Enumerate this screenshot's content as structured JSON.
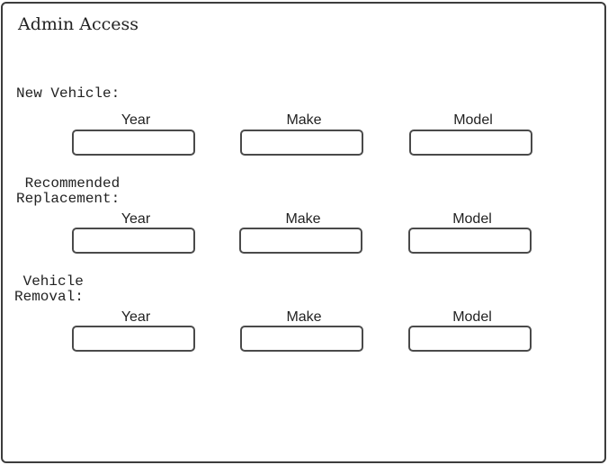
{
  "window": {
    "title": "Admin Access"
  },
  "sections": [
    {
      "label": "New Vehicle:",
      "fields": [
        {
          "label": "Year",
          "value": ""
        },
        {
          "label": "Make",
          "value": ""
        },
        {
          "label": "Model",
          "value": ""
        }
      ]
    },
    {
      "label": " Recommended\nReplacement:",
      "fields": [
        {
          "label": "Year",
          "value": ""
        },
        {
          "label": "Make",
          "value": ""
        },
        {
          "label": "Model",
          "value": ""
        }
      ]
    },
    {
      "label": " Vehicle\nRemoval:",
      "fields": [
        {
          "label": "Year",
          "value": ""
        },
        {
          "label": "Make",
          "value": ""
        },
        {
          "label": "Model",
          "value": ""
        }
      ]
    }
  ]
}
